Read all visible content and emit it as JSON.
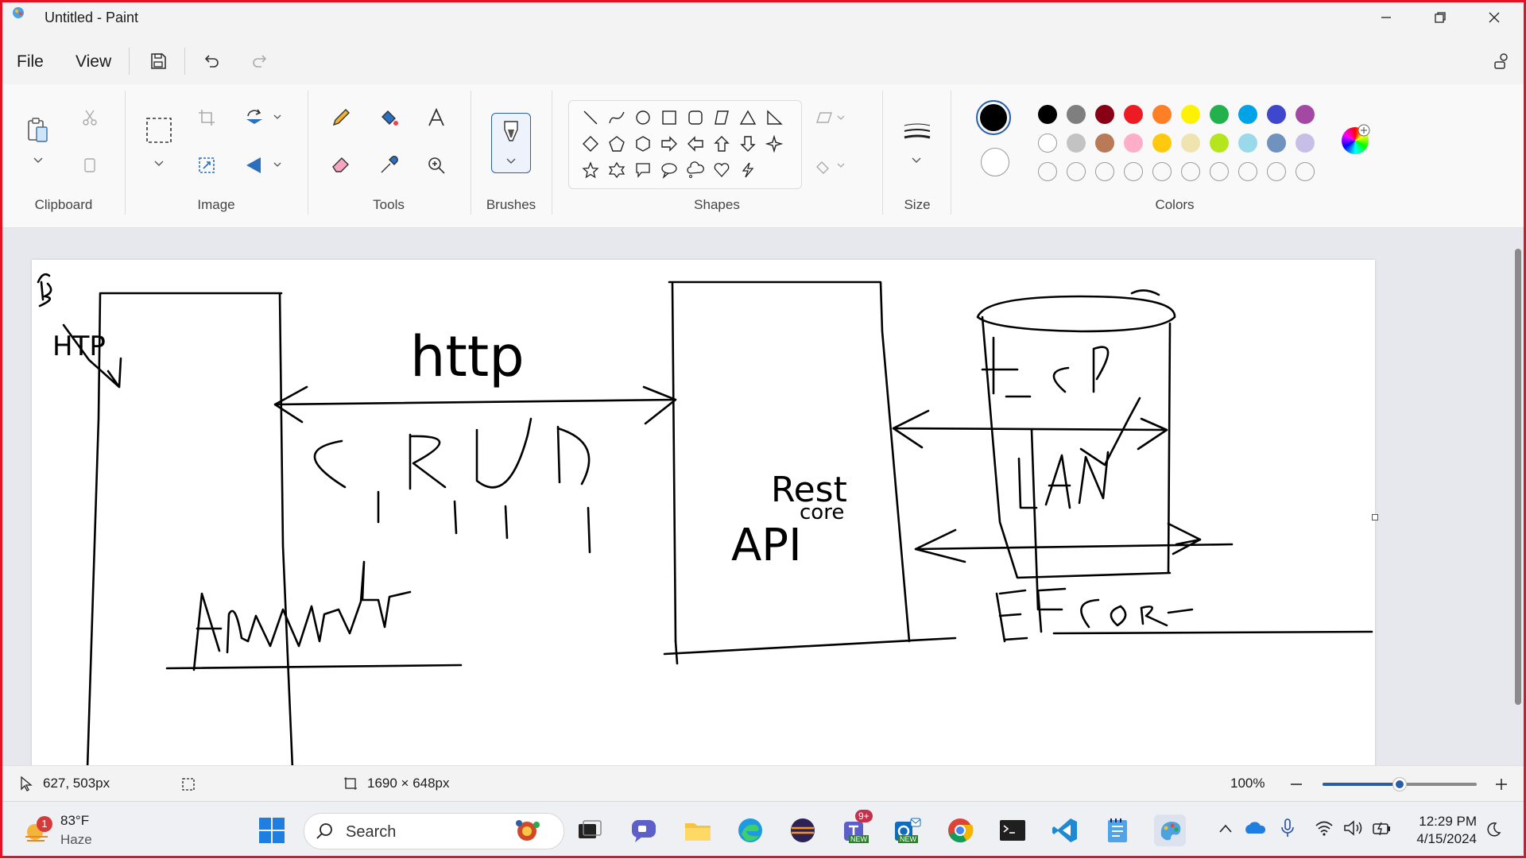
{
  "window": {
    "title": "Untitled - Paint"
  },
  "menu": {
    "file": "File",
    "view": "View"
  },
  "ribbon": {
    "groups": {
      "clipboard": "Clipboard",
      "image": "Image",
      "tools": "Tools",
      "brushes": "Brushes",
      "shapes": "Shapes",
      "size": "Size",
      "colors": "Colors"
    },
    "primary_color": "#000000",
    "secondary_color": "#ffffff",
    "palette_row1": [
      "#000000",
      "#7f7f7f",
      "#880015",
      "#ed1c24",
      "#ff7f27",
      "#fff200",
      "#22b14c",
      "#00a2e8",
      "#3f48cc",
      "#a349a4"
    ],
    "palette_row2": [
      "#ffffff",
      "#c3c3c3",
      "#b97a57",
      "#ffaec9",
      "#ffc90e",
      "#efe4b0",
      "#b5e61d",
      "#99d9ea",
      "#7092be",
      "#c8bfe7"
    ]
  },
  "canvas": {
    "labels": {
      "top_left_b": "B",
      "top_left_http": "HTP",
      "http": "http",
      "crud": "CRUD",
      "angular": "Angular",
      "rest": "Rest",
      "core": "core",
      "api": "API",
      "tcp": "tcp",
      "lan": "LAN",
      "efcore": "EF CORE"
    }
  },
  "status": {
    "cursor_position": "627, 503px",
    "canvas_size": "1690 × 648px",
    "zoom": "100%",
    "zoom_level": 0.5
  },
  "taskbar": {
    "weather_temp": "83°F",
    "weather_desc": "Haze",
    "weather_badge": "1",
    "search_placeholder": "Search",
    "teams_badge": "9+",
    "new_tag": "NEW",
    "time": "12:29 PM",
    "date": "4/15/2024"
  }
}
